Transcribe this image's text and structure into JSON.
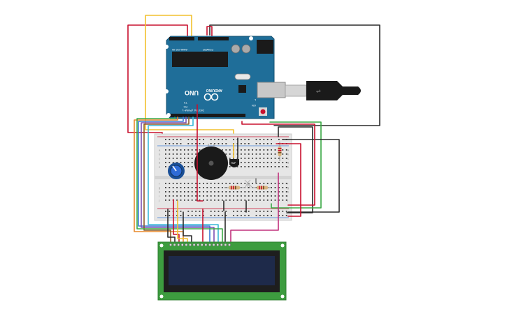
{
  "arduino": {
    "board_label": "UNO",
    "brand": "ARDUINO",
    "analog_header": "ANALOG IN",
    "power_header": "POWER",
    "digital_header": "DIGITAL (PWM~)",
    "tx_label": "TX",
    "rx_label": "RX",
    "l_label": "L",
    "on_label": "ON",
    "board_color": "#1f6e99",
    "chip_color": "#1a1a1a"
  },
  "breadboard": {
    "row_letters_top": [
      "a",
      "b",
      "c",
      "d",
      "e"
    ],
    "row_letters_bottom": [
      "f",
      "g",
      "h",
      "i",
      "j"
    ],
    "body_color": "#e6e6e6"
  },
  "components": {
    "temp_sensor_label": "TMP",
    "buzzer": "piezo-buzzer",
    "potentiometer": "potentiometer",
    "led": "rgb-led",
    "resistor_count": 3
  },
  "lcd": {
    "type": "16x2-lcd",
    "board_color": "#3d9c3f",
    "screen_color": "#1e2a4a",
    "pin_count": 16
  },
  "usb": {
    "plug_color": "#1a1a1a"
  },
  "wire_colors": {
    "red": "#c8102e",
    "black": "#2b2b2b",
    "yellow": "#f2c12e",
    "orange": "#e8892a",
    "blue": "#3c7ad6",
    "cyan": "#39b7d6",
    "green": "#3aa845",
    "brown": "#8a5a2b",
    "purple": "#7b4fb0",
    "magenta": "#c1307c",
    "gray": "#777777"
  }
}
